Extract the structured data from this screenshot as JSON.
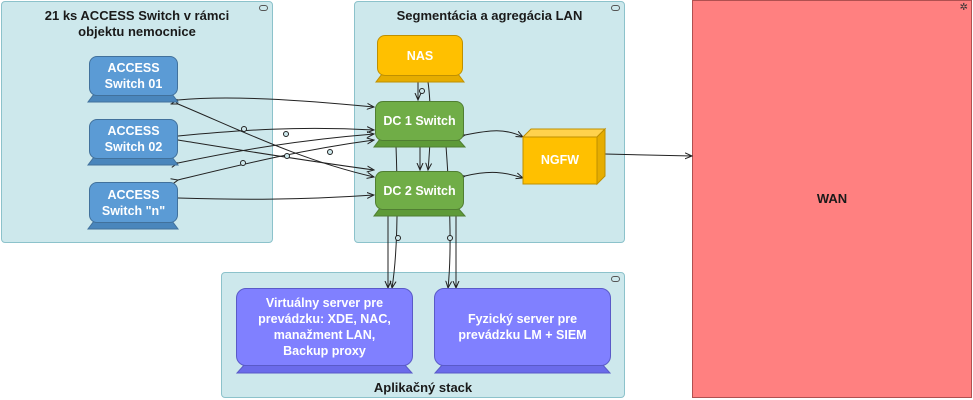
{
  "groups": {
    "access": {
      "title": "21 ks ACCESS Switch v rámci objektu nemocnice"
    },
    "lan": {
      "title": "Segmentácia a agregácia LAN"
    },
    "app": {
      "title": "Aplikačný stack"
    }
  },
  "nodes": {
    "access_01": "ACCESS Switch 01",
    "access_02": "ACCESS Switch 02",
    "access_n": "ACCESS Switch \"n\"",
    "nas": "NAS",
    "dc1": "DC 1 Switch",
    "dc2": "DC 2 Switch",
    "ngfw": "NGFW",
    "vserver": "Virtuálny server pre prevádzku: XDE, NAC, manažment LAN, Backup proxy",
    "fserver": "Fyzický server pre prevádzku LM + SIEM",
    "wan": "WAN"
  },
  "colors": {
    "group_fill": "#cde8ec",
    "access_switch": "#5b9bd5",
    "nas": "#ffc000",
    "dc_switch": "#70ad47",
    "ngfw": "#ffc000",
    "server": "#8080ff",
    "wan": "#ff8080"
  },
  "icons": {
    "group_icon": "collapse-icon",
    "wan_icon": "network-icon"
  }
}
